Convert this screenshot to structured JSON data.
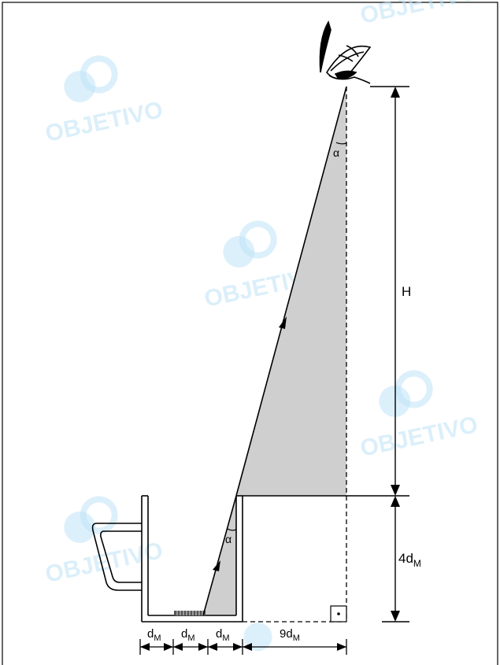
{
  "watermark": {
    "text": "OBJETIVO",
    "color": "#bfe3f7"
  },
  "labels": {
    "height": "H",
    "glass_height": "4d",
    "glass_height_sub": "M",
    "angle_top": "α",
    "angle_bottom": "α",
    "seg1": "d",
    "seg1_sub": "M",
    "seg2": "d",
    "seg2_sub": "M",
    "seg3": "d",
    "seg3_sub": "M",
    "seg4": "9d",
    "seg4_sub": "M"
  },
  "colors": {
    "shade": "#cfcfcf",
    "line": "#000000",
    "background": "#ffffff"
  },
  "icons": {
    "observer": "eye-icon",
    "right_angle": "right-angle-marker"
  }
}
